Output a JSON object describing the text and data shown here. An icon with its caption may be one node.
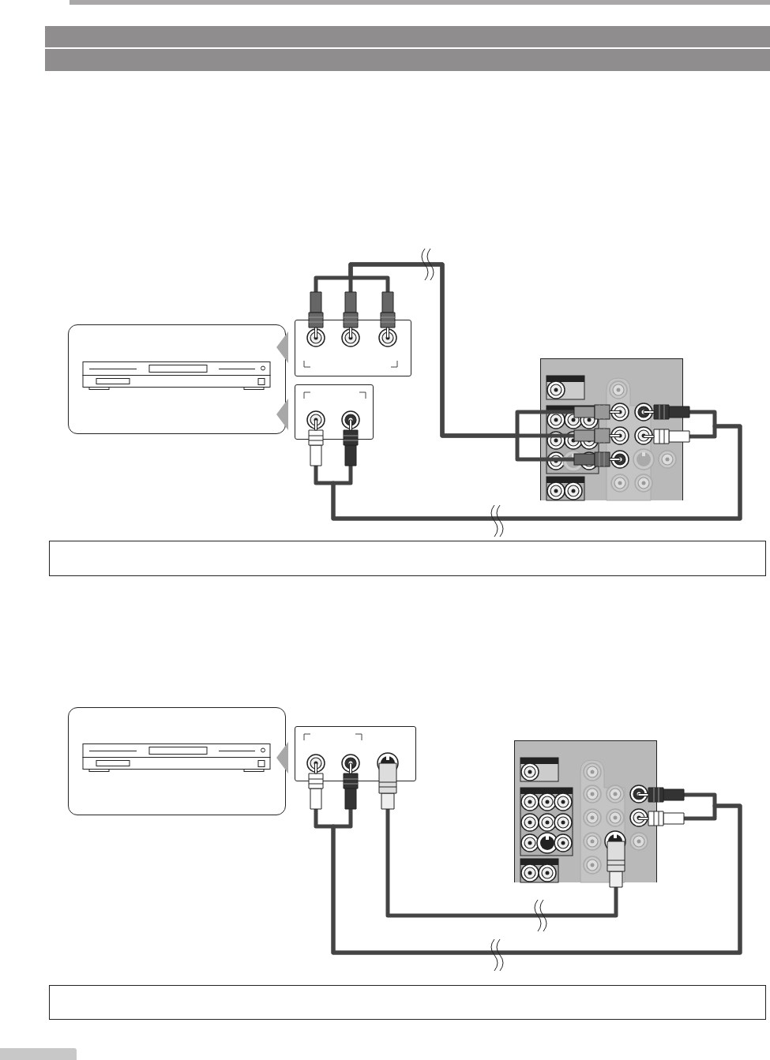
{
  "diagram": {
    "nodes": [
      {
        "text": [],
        "shape": "bar"
      },
      {
        "text": [],
        "shape": "bar"
      },
      {
        "text": [],
        "shape": "box"
      },
      {
        "text": [],
        "shape": "box"
      },
      {
        "text": [],
        "shape": "box"
      },
      {
        "text": [],
        "shape": "box"
      },
      {
        "text": [],
        "shape": "box"
      },
      {
        "text": [],
        "shape": "box"
      },
      {
        "text": [],
        "shape": "box"
      },
      {
        "text": [],
        "shape": "box"
      },
      {
        "text": [],
        "shape": "box"
      }
    ],
    "edges": [
      {
        "from": 3,
        "to": 5,
        "arrow": "other"
      },
      {
        "from": 3,
        "to": 5,
        "arrow": "other"
      },
      {
        "from": 3,
        "to": 5,
        "arrow": "other"
      },
      {
        "from": 4,
        "to": 5,
        "arrow": "other"
      },
      {
        "from": 4,
        "to": 5,
        "arrow": "other"
      },
      {
        "from": 8,
        "to": 9,
        "arrow": "other"
      },
      {
        "from": 8,
        "to": 9,
        "arrow": "other"
      },
      {
        "from": 8,
        "to": 9,
        "arrow": "other"
      }
    ]
  }
}
